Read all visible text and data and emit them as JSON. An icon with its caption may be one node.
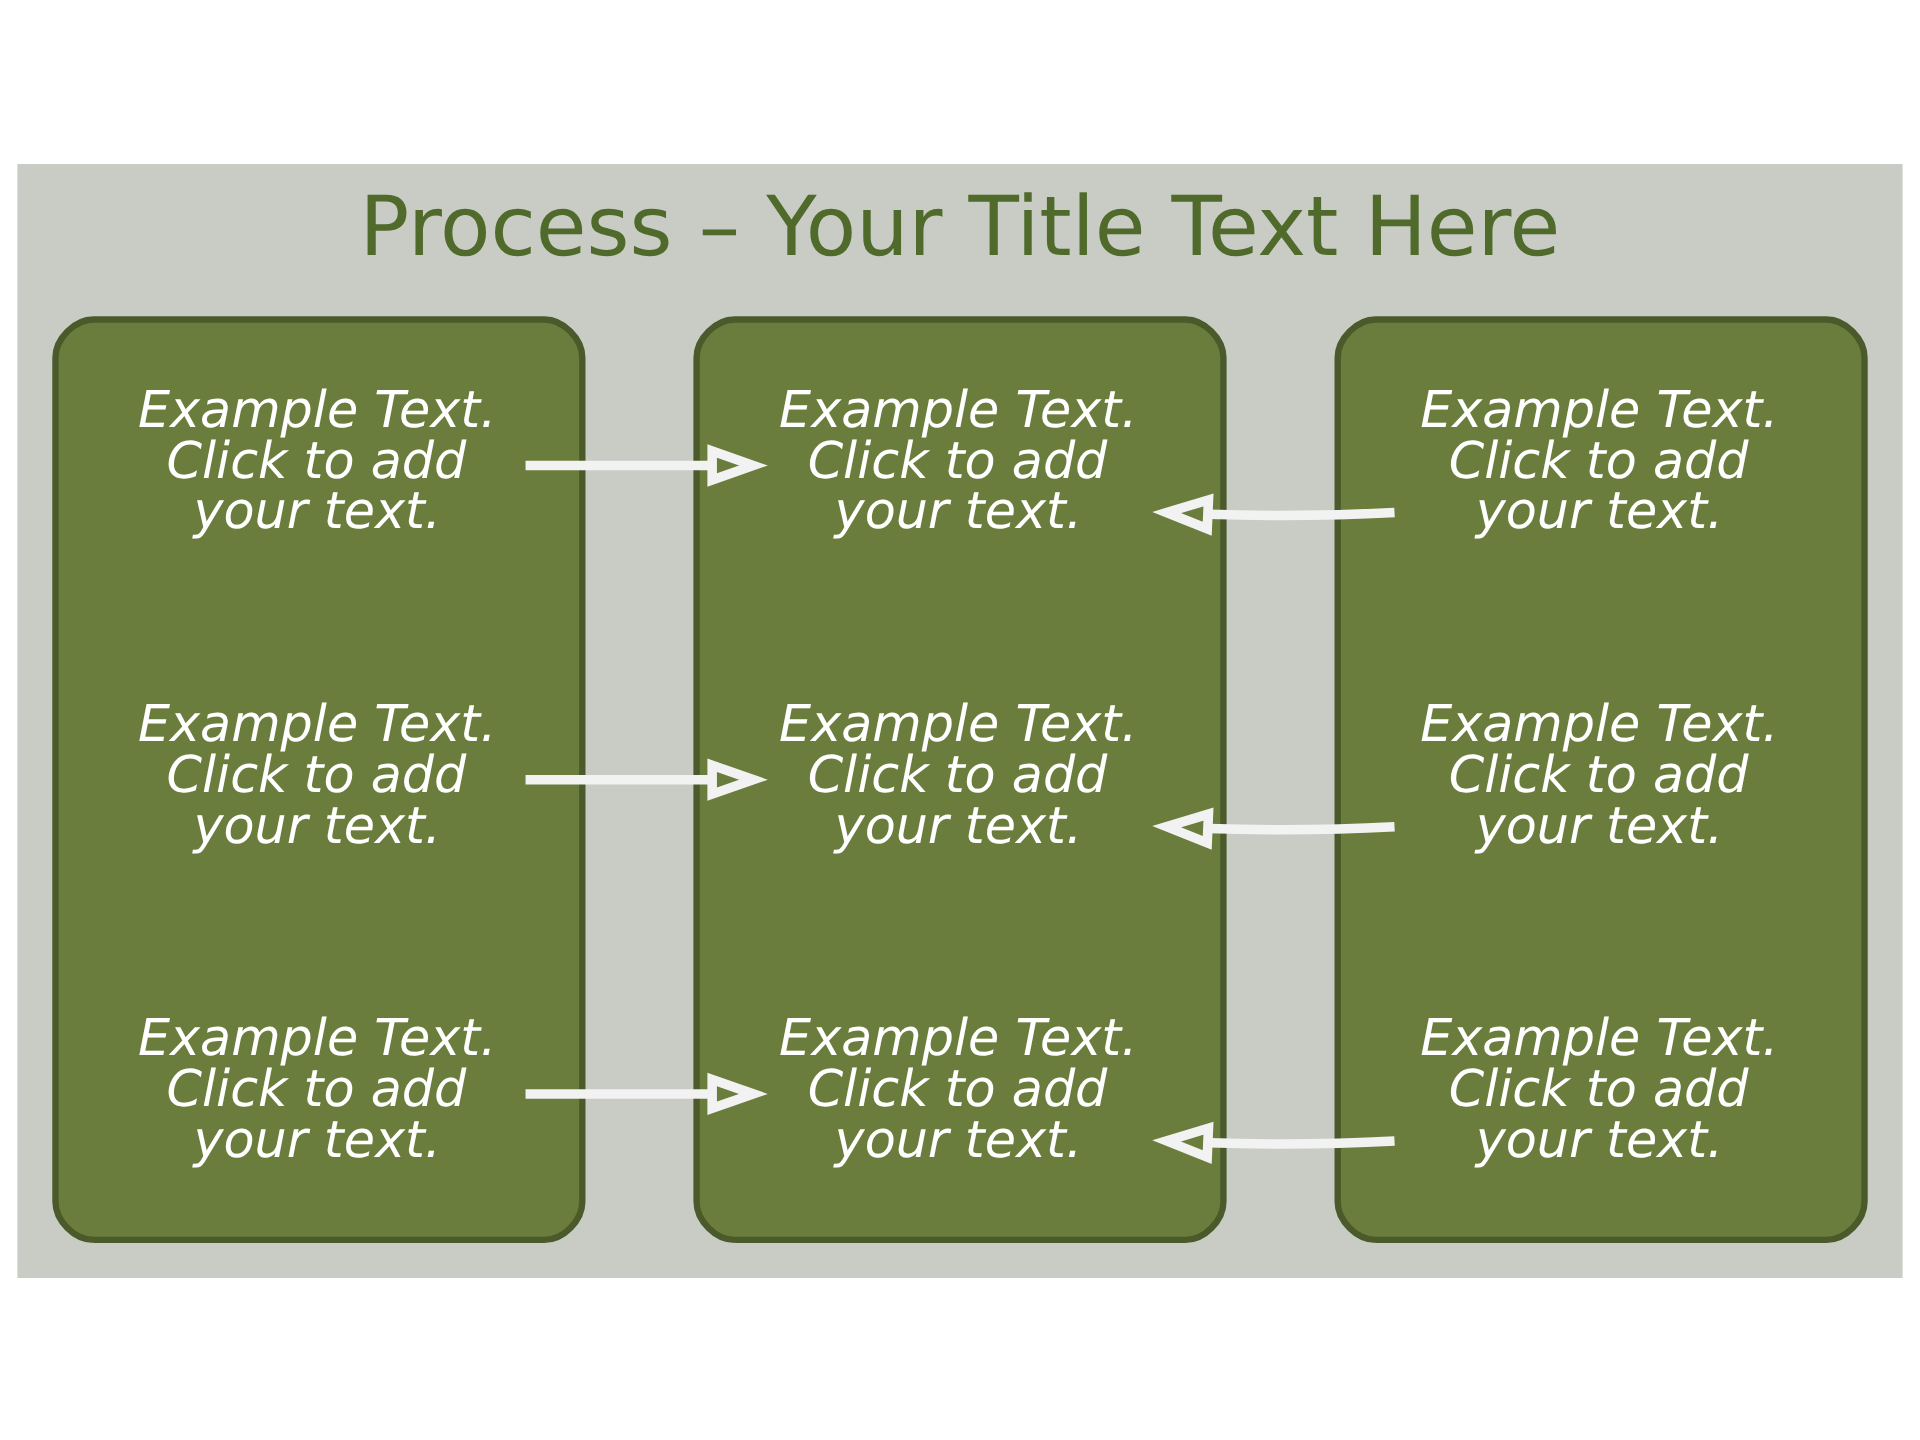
{
  "diagram": {
    "title": "Process – Your Title Text Here",
    "nodes": [
      {
        "text": [],
        "shape": "box"
      },
      {
        "text": [
          "Example Text. Click to add your text."
        ],
        "in": 0
      },
      {
        "text": [
          "Example Text. Click to add your text."
        ],
        "in": 0
      },
      {
        "text": [
          "Example Text. Click to add your text."
        ],
        "in": 0
      },
      {
        "text": [],
        "shape": "box"
      },
      {
        "text": [
          "Example Text. Click to add your text."
        ],
        "in": 4
      },
      {
        "text": [
          "Example Text. Click to add your text."
        ],
        "in": 4
      },
      {
        "text": [
          "Example Text. Click to add your text."
        ],
        "in": 4
      },
      {
        "text": [],
        "shape": "box"
      },
      {
        "text": [
          "Example Text. Click to add your text."
        ],
        "in": 8
      },
      {
        "text": [
          "Example Text. Click to add your text."
        ],
        "in": 8
      },
      {
        "text": [
          "Example Text. Click to add your text."
        ],
        "in": 8
      }
    ],
    "edges": [
      {
        "from": 1,
        "to": 5,
        "arrow": "to"
      },
      {
        "from": 2,
        "to": 6,
        "arrow": "to"
      },
      {
        "from": 3,
        "to": 7,
        "arrow": "to"
      },
      {
        "from": 9,
        "to": 5,
        "arrow": "to"
      },
      {
        "from": 10,
        "to": 6,
        "arrow": "to"
      },
      {
        "from": 11,
        "to": 7,
        "arrow": "to"
      }
    ]
  }
}
